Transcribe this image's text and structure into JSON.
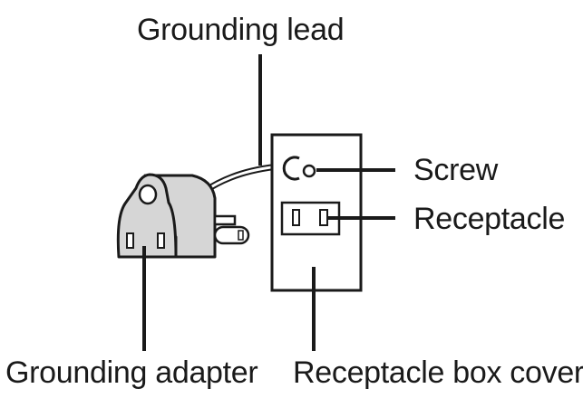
{
  "labels": {
    "grounding_lead": "Grounding lead",
    "screw": "Screw",
    "receptacle": "Receptacle",
    "grounding_adapter": "Grounding adapter",
    "receptacle_box_cover": "Receptacle box cover"
  },
  "colors": {
    "stroke": "#1a1a1a",
    "adapter_fill": "#d6d6d6",
    "cover_fill": "#ffffff",
    "background": "#ffffff"
  }
}
